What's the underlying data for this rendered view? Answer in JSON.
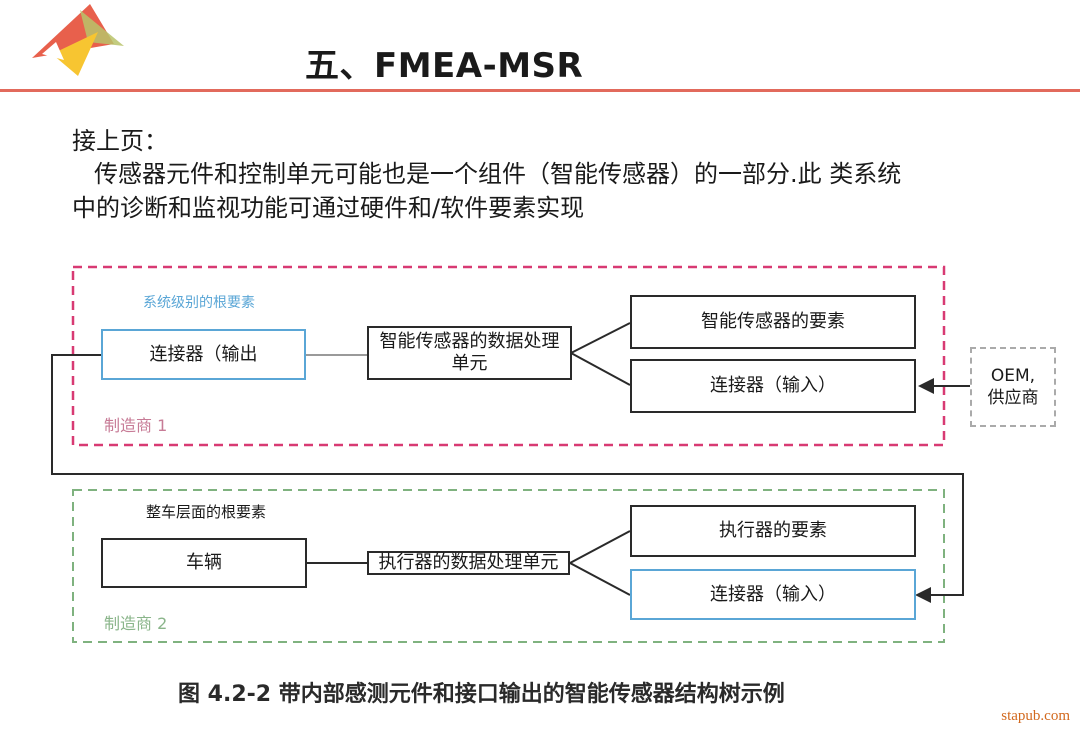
{
  "slide": {
    "title": "五、FMEA-MSR",
    "paragraphs": [
      "接上页：",
      "传感器元件和控制单元可能也是一个组件（智能传感器）的一部分.此 类系统",
      "中的诊断和监视功能可通过硬件和/软件要素实现"
    ]
  },
  "diagram": {
    "group1": {
      "root_label": "系统级别的根要素",
      "manufacturer": "制造商 1",
      "connector_out": "连接器（输出",
      "processing_line1": "智能传感器的数据处理",
      "processing_line2": "单元",
      "element_top": "智能传感器的要素",
      "element_bottom": "连接器（输入）"
    },
    "group2": {
      "root_label": "整车层面的根要素",
      "manufacturer": "制造商 2",
      "vehicle": "车辆",
      "processing": "执行器的数据处理单元",
      "element_top": "执行器的要素",
      "element_bottom": "连接器（输入）"
    },
    "oem": {
      "line1": "OEM,",
      "line2": "供应商"
    },
    "colors": {
      "group1_border": "#d83a73",
      "group2_border": "#7fb27f",
      "blue_box": "#5aa6d6"
    }
  },
  "caption": "图 4.2-2 带内部感测元件和接口输出的智能传感器结构树示例",
  "watermark": "stapub.com"
}
